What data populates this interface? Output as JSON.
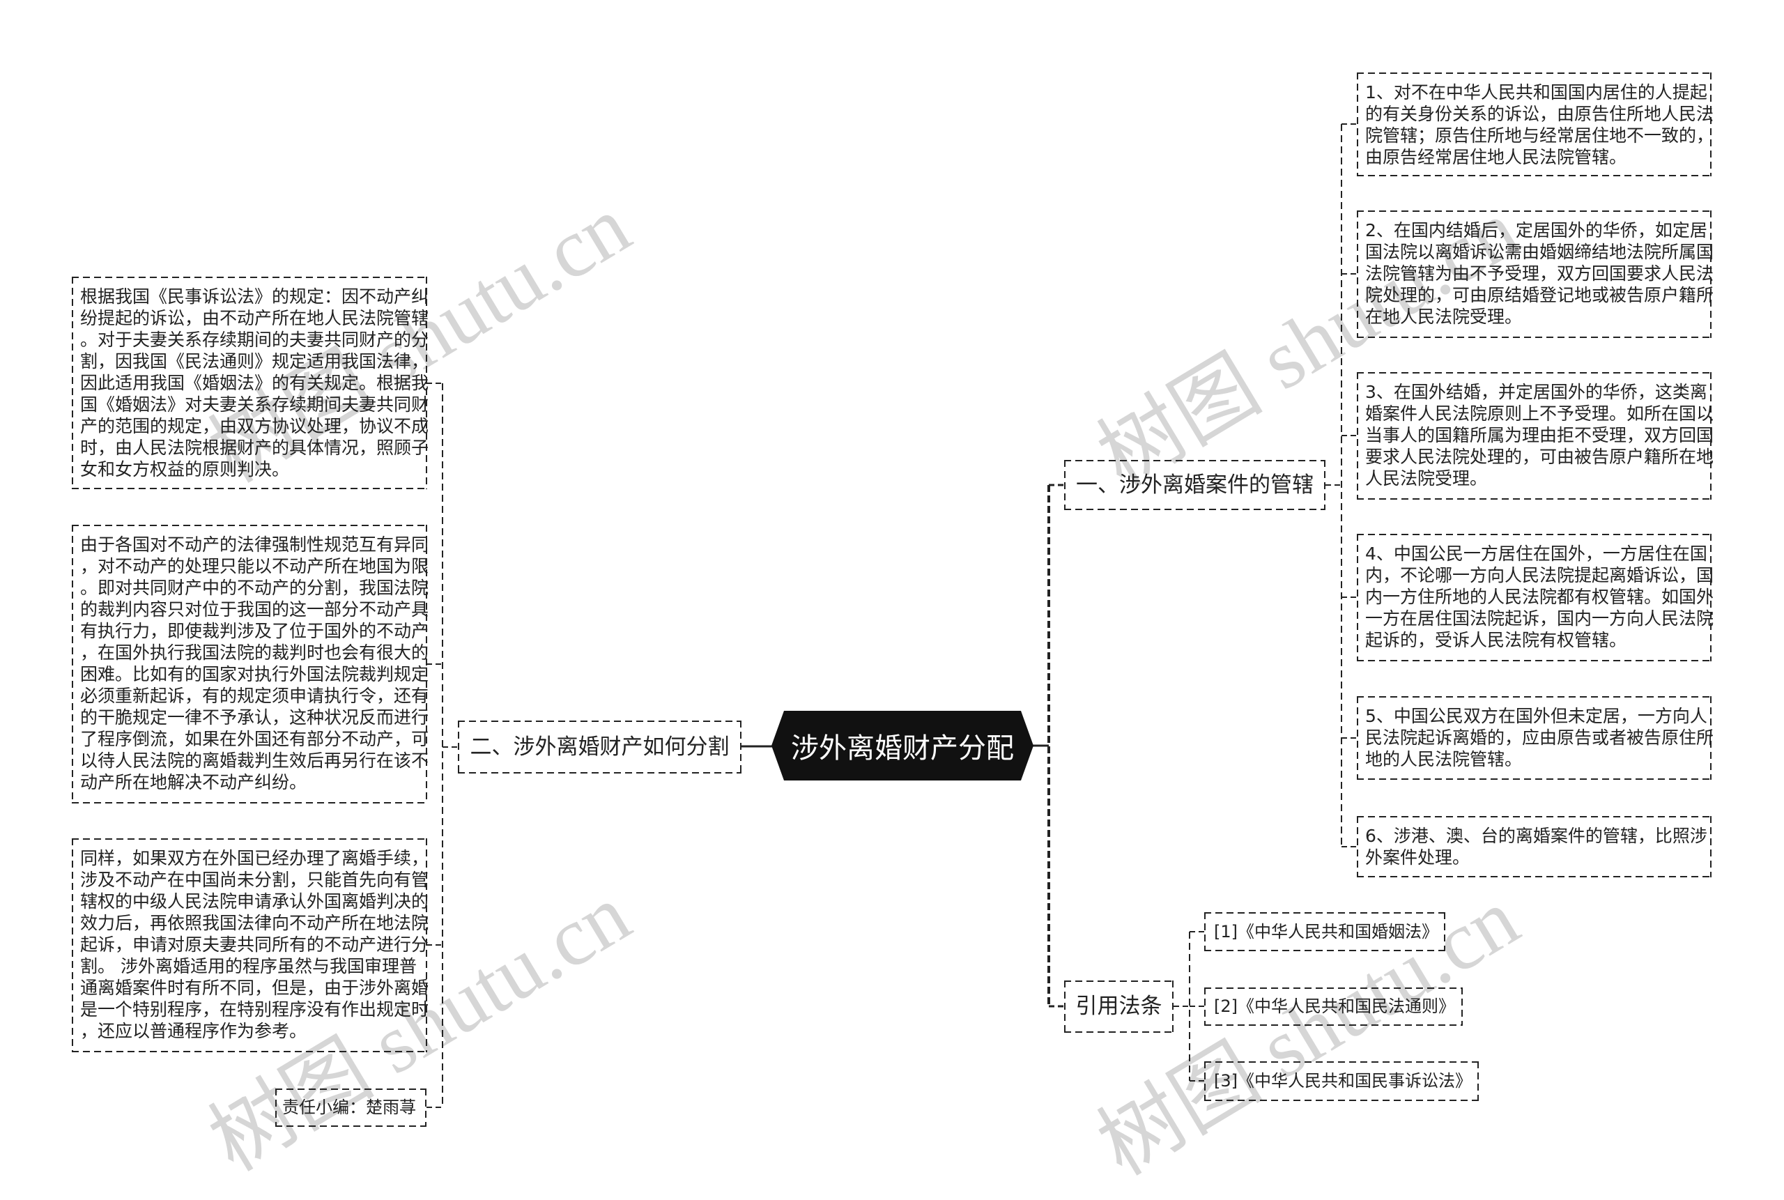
{
  "mindmap": {
    "root": "涉外离婚财产分配",
    "jurisdiction": {
      "label": "一、涉外离婚案件的管辖",
      "items": [
        {
          "lines": [
            "1、对不在中华人民共和国国内居住的人提起",
            "的有关身份关系的诉讼，由原告住所地人民法",
            "院管辖；原告住所地与经常居住地不一致的，",
            "由原告经常居住地人民法院管辖。"
          ]
        },
        {
          "lines": [
            "2、在国内结婚后，定居国外的华侨，如定居",
            "国法院以离婚诉讼需由婚姻缔结地法院所属国",
            "法院管辖为由不予受理，双方回国要求人民法",
            "院处理的，可由原结婚登记地或被告原户籍所",
            "在地人民法院受理。"
          ]
        },
        {
          "lines": [
            "3、在国外结婚，并定居国外的华侨，这类离",
            "婚案件人民法院原则上不予受理。如所在国以",
            "当事人的国籍所属为理由拒不受理，双方回国",
            "要求人民法院处理的，可由被告原户籍所在地",
            "人民法院受理。"
          ]
        },
        {
          "lines": [
            "4、中国公民一方居住在国外，一方居住在国",
            "内，不论哪一方向人民法院提起离婚诉讼，国",
            "内一方住所地的人民法院都有权管辖。如国外",
            "一方在居住国法院起诉，国内一方向人民法院",
            "起诉的，受诉人民法院有权管辖。"
          ]
        },
        {
          "lines": [
            "5、中国公民双方在国外但未定居，一方向人",
            "民法院起诉离婚的，应由原告或者被告原住所",
            "地的人民法院管辖。"
          ]
        },
        {
          "lines": [
            "6、涉港、澳、台的离婚案件的管辖，比照涉",
            "外案件处理。"
          ]
        }
      ]
    },
    "property_division": {
      "label": "二、涉外离婚财产如何分割",
      "items": [
        {
          "lines": [
            "根据我国《民事诉讼法》的规定：因不动产纠",
            "纷提起的诉讼，由不动产所在地人民法院管辖",
            "。对于夫妻关系存续期间的夫妻共同财产的分",
            "割，因我国《民法通则》规定适用我国法律，",
            "因此适用我国《婚姻法》的有关规定。根据我",
            "国《婚姻法》对夫妻关系存续期间夫妻共同财",
            "产的范围的规定，由双方协议处理，协议不成",
            "时，由人民法院根据财产的具体情况，照顾子",
            "女和女方权益的原则判决。"
          ]
        },
        {
          "lines": [
            "由于各国对不动产的法律强制性规范互有异同",
            "，对不动产的处理只能以不动产所在地国为限",
            "。即对共同财产中的不动产的分割，我国法院",
            "的裁判内容只对位于我国的这一部分不动产具",
            "有执行力，即使裁判涉及了位于国外的不动产",
            "，在国外执行我国法院的裁判时也会有很大的",
            "困难。比如有的国家对执行外国法院裁判规定",
            "必须重新起诉，有的规定须申请执行令，还有",
            "的干脆规定一律不予承认，这种状况反而进行",
            "了程序倒流，如果在外国还有部分不动产，可",
            "以待人民法院的离婚裁判生效后再另行在该不",
            "动产所在地解决不动产纠纷。"
          ]
        },
        {
          "lines": [
            "同样，如果双方在外国已经办理了离婚手续，",
            "涉及不动产在中国尚未分割，只能首先向有管",
            "辖权的中级人民法院申请承认外国离婚判决的",
            "效力后，再依照我国法律向不动产所在地法院",
            "起诉，申请对原夫妻共同所有的不动产进行分",
            "割。 涉外离婚适用的程序虽然与我国审理普",
            "通离婚案件时有所不同，但是，由于涉外离婚",
            "是一个特别程序，在特别程序没有作出规定时",
            "，还应以普通程序作为参考。"
          ]
        }
      ],
      "editor_note": "责任小编：楚雨荨"
    },
    "citations": {
      "label": "引用法条",
      "items": [
        "[1]《中华人民共和国婚姻法》",
        "[2]《中华人民共和国民法通则》",
        "[3]《中华人民共和国民事诉讼法》"
      ]
    }
  },
  "watermark": {
    "text": "树图 shutu.cn"
  },
  "colors": {
    "background": "#ffffff",
    "root_fill": "#111111",
    "root_text": "#ffffff",
    "line": "#222222",
    "text": "#222222",
    "watermark": "#d6d6d6"
  }
}
